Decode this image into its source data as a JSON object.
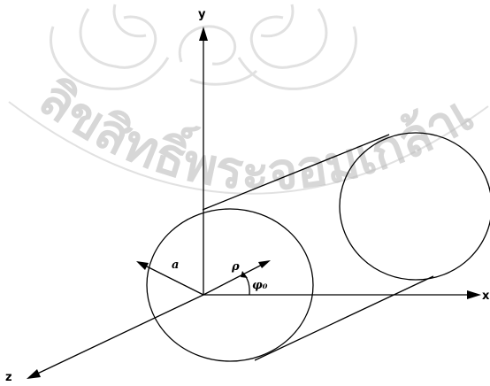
{
  "diagram": {
    "axes": {
      "x_label": "x",
      "y_label": "y",
      "z_label": "z"
    },
    "labels": {
      "radius": "a",
      "rho": "ρ",
      "phi": "φ₀"
    }
  },
  "watermark": {
    "text": "ลิขสิทธิ์พระจอมเกล้าเจ้าคุณทหารลาดกระบัง",
    "color": "#bdbdbd"
  },
  "colors": {
    "ink": "#000000",
    "background": "#ffffff"
  }
}
